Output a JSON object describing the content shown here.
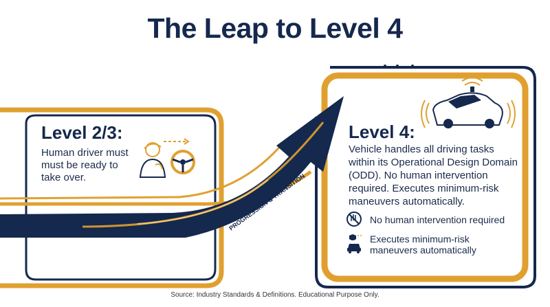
{
  "title": "The Leap to Level 4",
  "arrow_label": "PROGRESSION & TRANSITION",
  "left_card": {
    "title": "Level 2/3:",
    "description": "Human driver must must be ready to take over."
  },
  "right_card": {
    "title": "Level 4:",
    "description": "Vehicle handles all driving tasks within its Operational Design Domain (ODD). No human intervention required. Executes minimum-risk maneuvers automatically.",
    "features": [
      {
        "label": "No human intervention required",
        "icon": "no-hand-icon"
      },
      {
        "label": "Executes minimum-risk maneuvers automatically",
        "icon": "car-shield-icon"
      }
    ]
  },
  "source": "Source: Industry Standards & Definitions. Educational Purpose Only.",
  "colors": {
    "navy": "#15284d",
    "gold": "#e0a030"
  }
}
